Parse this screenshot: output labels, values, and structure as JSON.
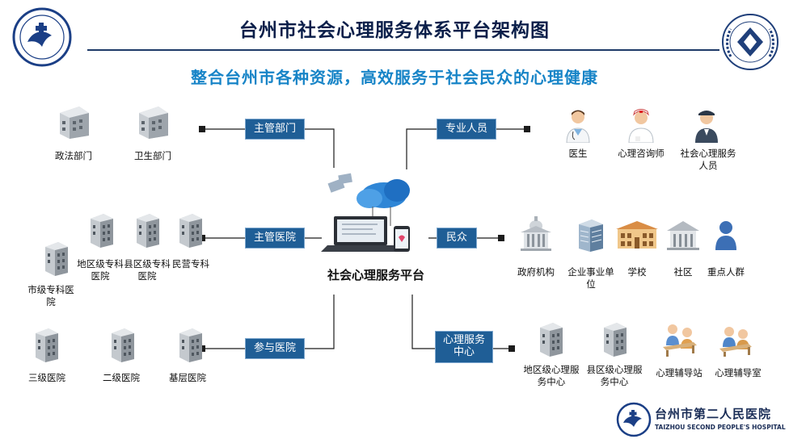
{
  "header": {
    "title": "台州市社会心理服务体系平台架构图",
    "subtitle": "整合台州市各种资源，高效服务于社会民众的心理健康"
  },
  "hospital_logo": {
    "name_cn": "台州市第二人民医院",
    "name_en": "TAIZHOU SECOND PEOPLE'S HOSPITAL"
  },
  "center": {
    "label": "社会心理服务平台"
  },
  "categories": {
    "supervisory_dept": "主管部门",
    "supervisory_hospital": "主管医院",
    "participating_hospital": "参与医院",
    "professionals": "专业人员",
    "public": "民众",
    "counseling_center": "心理服务中心"
  },
  "nodes": {
    "zhengfa": "政法部门",
    "weisheng": "卫生部门",
    "city_spec": "市级专科医院",
    "district_spec": "地区级专科医院",
    "county_spec": "县区级专科医院",
    "private_spec": "民营专科",
    "tier3": "三级医院",
    "tier2": "二级医院",
    "primary": "基层医院",
    "doctor": "医生",
    "counselor": "心理咨询师",
    "social_worker": "社会心理服务人员",
    "gov": "政府机构",
    "enterprise": "企业事业单位",
    "school": "学校",
    "community": "社区",
    "key_groups": "重点人群",
    "district_center": "地区级心理服务中心",
    "county_center": "县区级心理服务中心",
    "station": "心理辅导站",
    "room": "心理辅导室"
  },
  "colors": {
    "title": "#0b1f4a",
    "subtitle": "#1784c7",
    "category_box": "#1f5e96",
    "connector": "#1c1c1c"
  }
}
